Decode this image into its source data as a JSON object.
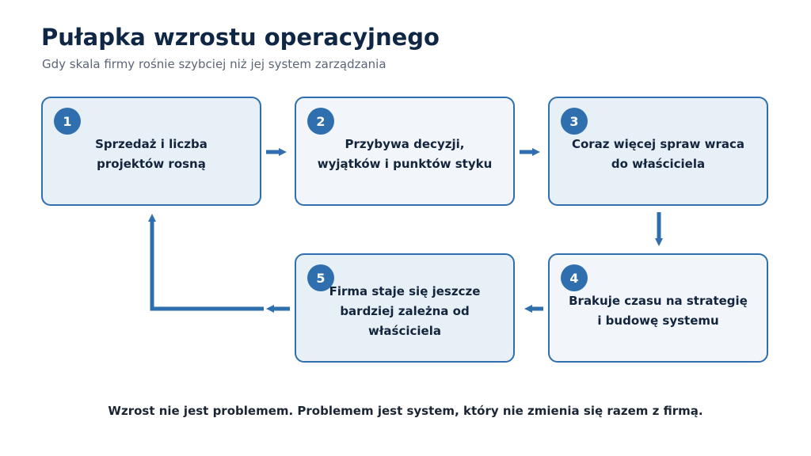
{
  "header": {
    "title": "Pułapka wzrostu operacyjnego",
    "subtitle": "Gdy skala firmy rośnie szybciej niż jej system zarządzania"
  },
  "steps": [
    {
      "number": "1",
      "text": "Sprzedaż i liczba projektów rosną"
    },
    {
      "number": "2",
      "text": "Przybywa decyzji, wyjątków i punktów styku"
    },
    {
      "number": "3",
      "text": "Coraz więcej spraw wraca do właściciela"
    },
    {
      "number": "4",
      "text": "Brakuje czasu na strategię i budowę systemu"
    },
    {
      "number": "5",
      "text": "Firma staje się jeszcze bardziej zależna od właściciela"
    }
  ],
  "footer": {
    "text": "Wzrost nie jest problemem. Problemem jest system, który nie zmienia się razem z firmą."
  },
  "colors": {
    "accent": "#2f6fae",
    "title": "#0f2744",
    "box_light": "#f2f5f9",
    "box_tint": "#e8f0f7"
  }
}
